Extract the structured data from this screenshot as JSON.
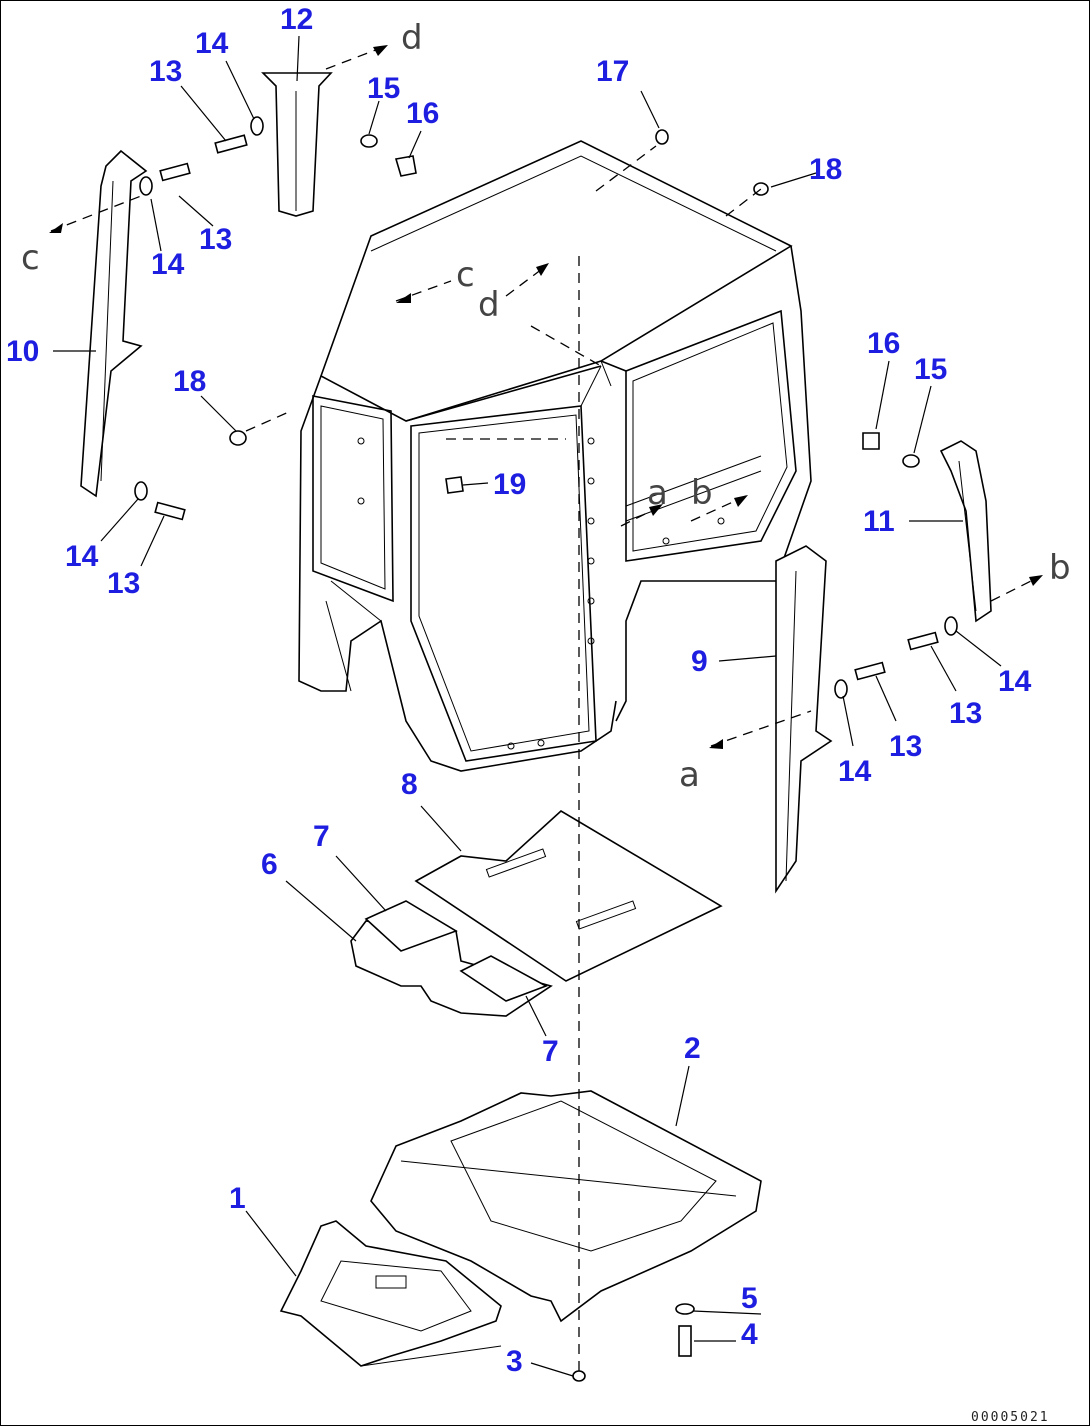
{
  "diagram": {
    "part_numbers": [
      "1",
      "2",
      "3",
      "4",
      "5",
      "6",
      "7",
      "7",
      "8",
      "9",
      "10",
      "11",
      "12",
      "13",
      "13",
      "13",
      "13",
      "13",
      "14",
      "14",
      "14",
      "14",
      "14",
      "15",
      "15",
      "16",
      "16",
      "17",
      "18",
      "18",
      "19"
    ],
    "reference_letters": [
      "a",
      "a",
      "b",
      "b",
      "c",
      "c",
      "d",
      "d"
    ],
    "drawing_code": "00005021"
  }
}
